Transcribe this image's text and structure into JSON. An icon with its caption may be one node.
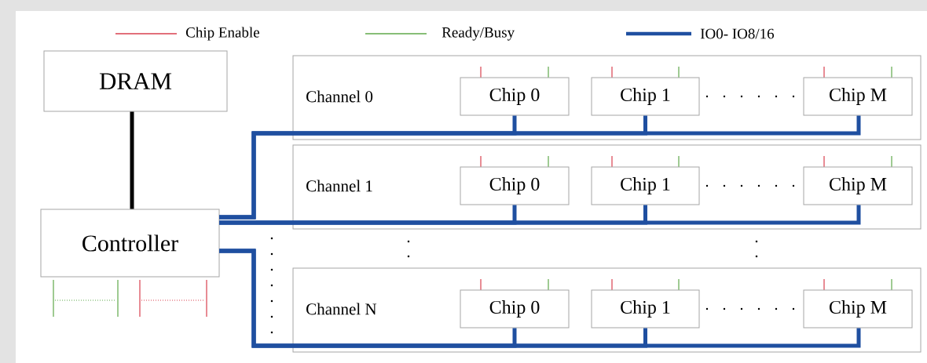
{
  "diagram": {
    "nodes": [
      {
        "text": [
          "DRAM"
        ]
      },
      {
        "text": [
          "Controller"
        ]
      },
      {
        "text": [
          "Channel 0"
        ]
      },
      {
        "text": [
          "Chip 0"
        ],
        "in": 2
      },
      {
        "text": [
          "Chip 1"
        ],
        "in": 2
      },
      {
        "text": [
          "Chip M"
        ],
        "in": 2
      },
      {
        "text": [
          "Channel 1"
        ]
      },
      {
        "text": [
          "Chip 0"
        ],
        "in": 6
      },
      {
        "text": [
          "Chip 1"
        ],
        "in": 6
      },
      {
        "text": [
          "Chip M"
        ],
        "in": 6
      },
      {
        "text": [
          "Channel N"
        ]
      },
      {
        "text": [
          "Chip 0"
        ],
        "in": 10
      },
      {
        "text": [
          "Chip 1"
        ],
        "in": 10
      },
      {
        "text": [
          "Chip M"
        ],
        "in": 10
      }
    ],
    "edges": [
      {
        "from": 0,
        "to": 1,
        "arrow": "none",
        "color": "#000000"
      },
      {
        "from": 1,
        "to": 3,
        "arrow": "none"
      },
      {
        "from": 1,
        "to": 4,
        "arrow": "none"
      },
      {
        "from": 1,
        "to": 5,
        "arrow": "none"
      },
      {
        "from": 1,
        "to": 7,
        "arrow": "none"
      },
      {
        "from": 1,
        "to": 8,
        "arrow": "none"
      },
      {
        "from": 1,
        "to": 9,
        "arrow": "none"
      },
      {
        "from": 1,
        "to": 11,
        "arrow": "none"
      },
      {
        "from": 1,
        "to": 12,
        "arrow": "none"
      },
      {
        "from": 1,
        "to": 13,
        "arrow": "none"
      }
    ],
    "legend": [
      {
        "text": "Chip Enable"
      },
      {
        "text": "Ready/Busy"
      },
      {
        "text": "IO0- IO8/16"
      }
    ]
  }
}
